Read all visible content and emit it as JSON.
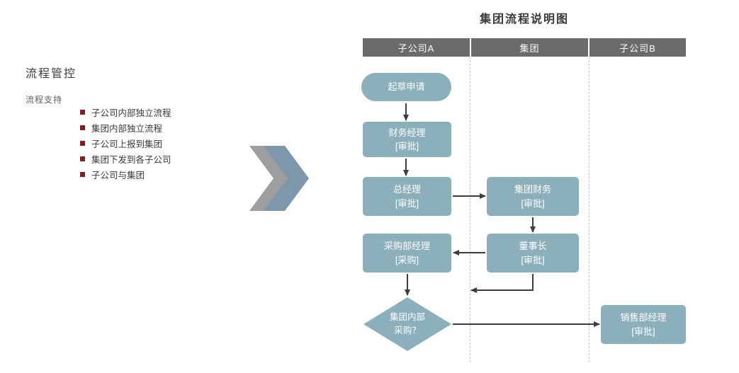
{
  "left_panel": {
    "title": "流程管控",
    "subtitle": "流程支持",
    "items": [
      "子公司内部独立流程",
      "集团内部独立流程",
      "子公司上报到集团",
      "集团下发到各子公司",
      "子公司与集团"
    ]
  },
  "diagram": {
    "title": "集团流程说明图",
    "lanes": [
      "子公司A",
      "集团",
      "子公司B"
    ],
    "nodes": {
      "start": {
        "label": "起草申请"
      },
      "finance_manager": {
        "line1": "财务经理",
        "line2": "[审批]"
      },
      "general_manager": {
        "line1": "总经理",
        "line2": "[审批]"
      },
      "group_finance": {
        "line1": "集团财务",
        "line2": "[审批]"
      },
      "chairman": {
        "line1": "董事长",
        "line2": "[审批]"
      },
      "purchasing_manager": {
        "line1": "采购部经理",
        "line2": "[采购]"
      },
      "decision": {
        "line1": "集团内部",
        "line2": "采购？"
      },
      "sales_manager": {
        "line1": "销售部经理",
        "line2": "[审批]"
      }
    }
  },
  "colors": {
    "node_fill": "#8cafbc",
    "lane_header": "#6b6b6b",
    "lane_divider": "#a9c9e0",
    "arrow": "#3d3d3d",
    "bullet": "#8e1b1b",
    "chevron_front": "#7e97aa",
    "chevron_back": "#9c9ea0",
    "title_text": "#383838",
    "body_text": "#3a3a3a"
  }
}
